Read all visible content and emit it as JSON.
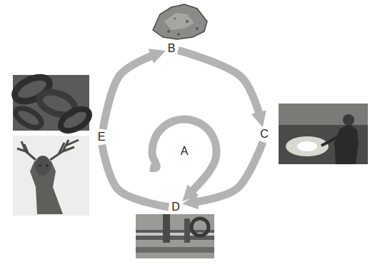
{
  "diagram": {
    "nodes": [
      {
        "text": [
          "B"
        ]
      },
      {
        "text": [
          "E"
        ]
      },
      {
        "text": [
          "C"
        ]
      },
      {
        "text": [
          "A"
        ]
      },
      {
        "text": [
          "D"
        ]
      }
    ],
    "edges": [
      {
        "from": 1,
        "to": 0,
        "arrow": "to"
      },
      {
        "from": 0,
        "to": 2,
        "arrow": "to"
      },
      {
        "from": 2,
        "to": 4,
        "arrow": "to"
      },
      {
        "from": 4,
        "to": 1,
        "arrow": "none"
      },
      {
        "from": 3,
        "to": 4,
        "arrow": "to"
      }
    ]
  }
}
